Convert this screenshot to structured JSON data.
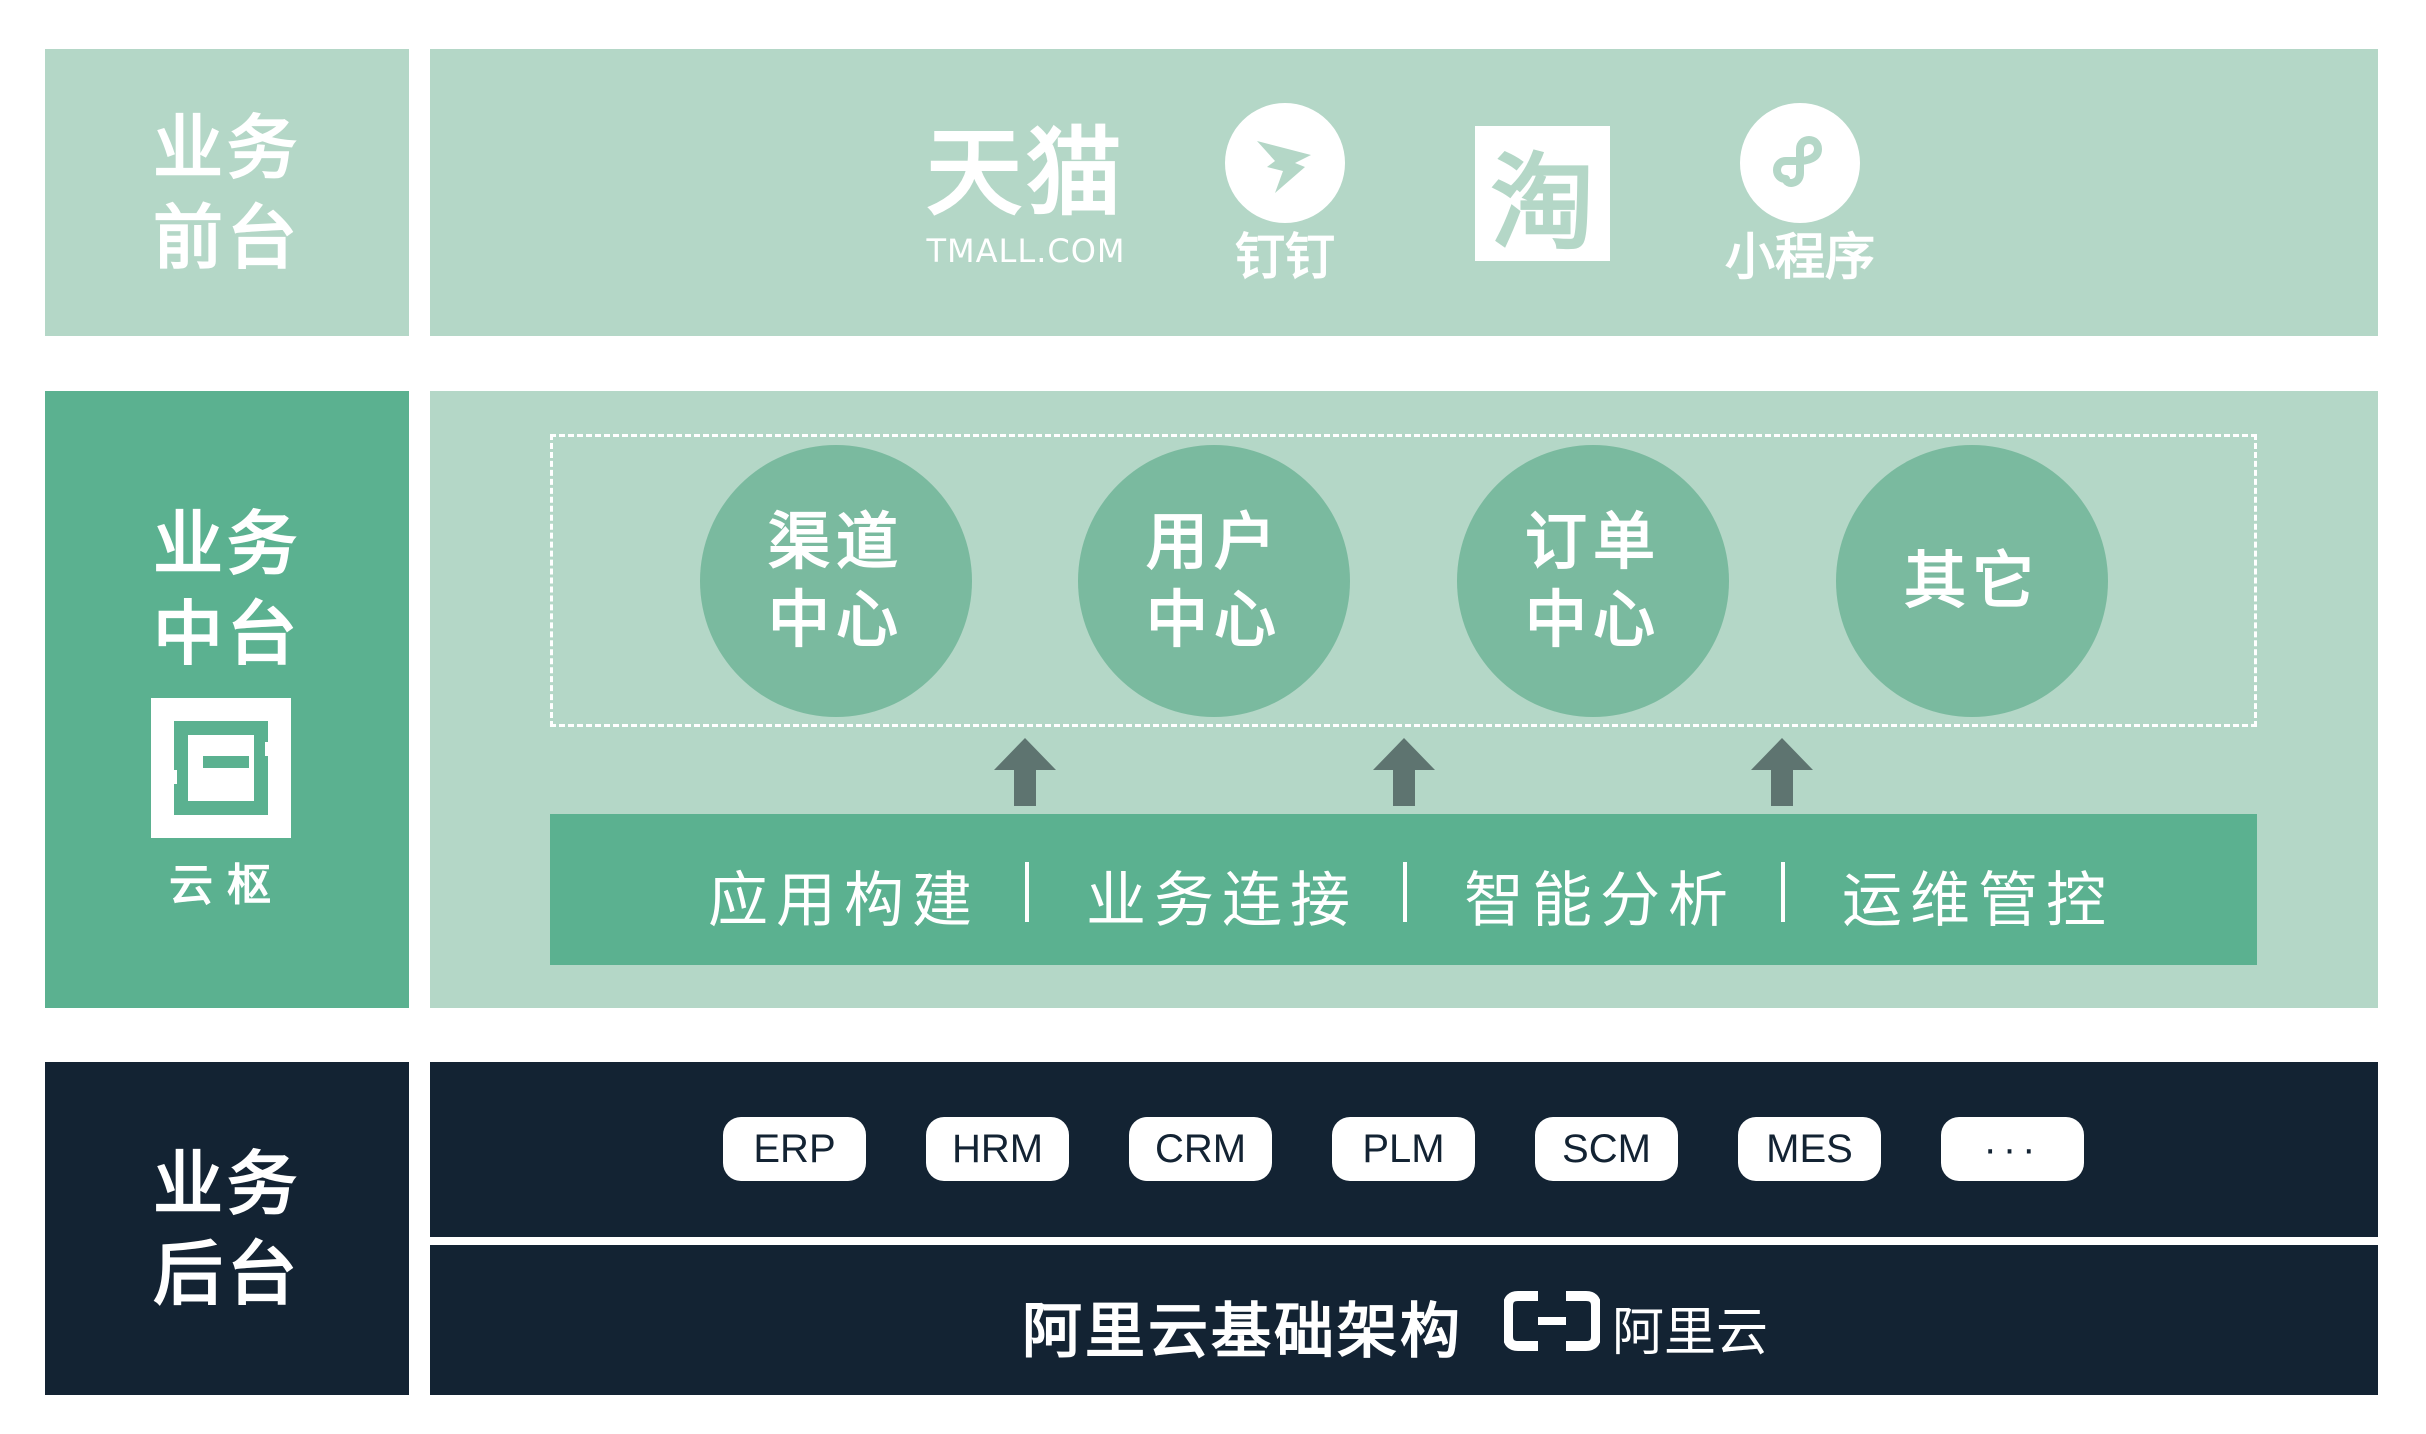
{
  "rows": {
    "front": {
      "label_line1": "业务",
      "label_line2": "前台"
    },
    "middle": {
      "label_line1": "业务",
      "label_line2": "中台",
      "brand_caption": "云枢"
    },
    "back": {
      "label_line1": "业务",
      "label_line2": "后台"
    }
  },
  "front_apps": {
    "tmall": {
      "name": "天猫",
      "sub": "TMALL.COM"
    },
    "dingtalk": {
      "caption": "钉钉"
    },
    "taobao": {
      "glyph": "淘"
    },
    "miniprogram": {
      "caption": "小程序"
    }
  },
  "centers": [
    {
      "line1": "渠道",
      "line2": "中心"
    },
    {
      "line1": "用户",
      "line2": "中心"
    },
    {
      "line1": "订单",
      "line2": "中心"
    },
    {
      "line1": "其它",
      "line2": ""
    }
  ],
  "capabilities": [
    "应用构建",
    "业务连接",
    "智能分析",
    "运维管控"
  ],
  "systems": [
    "ERP",
    "HRM",
    "CRM",
    "PLM",
    "SCM",
    "MES",
    "···"
  ],
  "infrastructure": {
    "label": "阿里云基础架构",
    "brand_text": "阿里云"
  },
  "colors": {
    "front": "#b4d7c7",
    "middle": "#5bb190",
    "circle": "#7aba9f",
    "back": "#132333",
    "arrow": "#5e7470"
  }
}
